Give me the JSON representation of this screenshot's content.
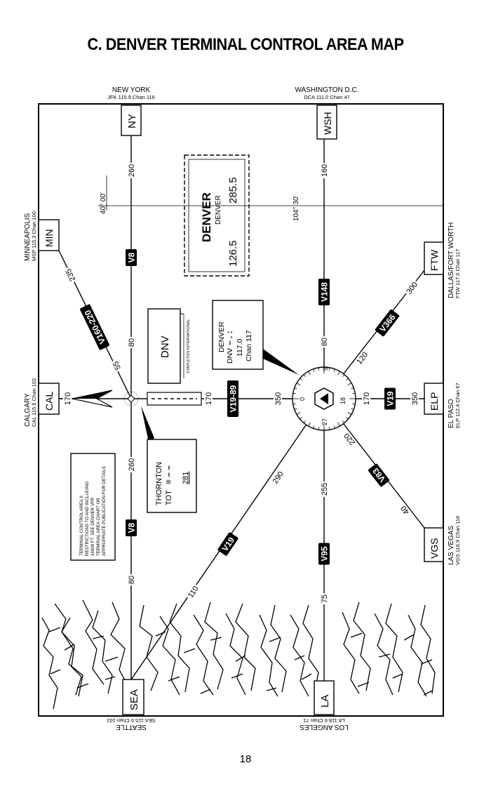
{
  "title": "C. DENVER TERMINAL CONTROL AREA MAP",
  "page_number": "18",
  "stations": {
    "ny": {
      "box": "NY",
      "name": "NEW YORK",
      "freq": "JFK 115.9   Chan 116"
    },
    "wsh": {
      "box": "WSH",
      "name": "WASHINGTON D.C.",
      "freq": "DCA 111.0   Chan 47"
    },
    "min": {
      "box": "MIN",
      "name": "MINNEAPOLIS",
      "freq": "MSP 115.3   Chan 100"
    },
    "ftw": {
      "box": "FTW",
      "name": "DALLAS/FORT WORTH",
      "freq": "FTW 117.0   Chan 117"
    },
    "cal": {
      "box": "CAL",
      "name": "CALGARY",
      "freq": "CAL 115.5   Chan 102"
    },
    "elp": {
      "box": "ELP",
      "name": "EL PASO",
      "freq": "ELP 112.4   Chan 67"
    },
    "vgs": {
      "box": "VGS",
      "name": "LAS VEGAS",
      "freq": "VGS 116.9   Chan 116"
    },
    "sea": {
      "box": "SEA",
      "name": "SEATTLE",
      "freq": "SEA 115.5   Chan 102"
    },
    "la": {
      "box": "LA",
      "name": "LOS ANGELES",
      "freq": "LA 118.6   Chan 71"
    }
  },
  "denver_tca": {
    "name": "DENVER",
    "sub": "DENVER",
    "freq_a": "285.5",
    "freq_b": "126.5"
  },
  "grid": {
    "lat": "40° 00'",
    "lon": "104° 30'"
  },
  "dnv_field": {
    "label": "DNV",
    "airport": "STAPLETON INTERNATIONAL"
  },
  "denver_vor": {
    "l1": "DENVER",
    "l2": "DNV",
    "l3": "117.0",
    "l4": "Chan 117"
  },
  "thornton": {
    "l1": "THORNTON",
    "l2": "TOT",
    "l3": "281"
  },
  "tca_note": [
    "TERMINAL CONTROL AREA II",
    "RESTRICTIONS TO AND INCLUDING",
    "16000 FT. SEE DENVER VFR",
    "TERMINAL AREA CHART OR",
    "APPROPRIATE PUBLICATION FOR DETAILS"
  ],
  "airways": {
    "v8_n": "V8",
    "v8_s": "V8",
    "v160": "V160-220",
    "v148": "V148",
    "v366": "V366",
    "v19_89": "V19-89",
    "v19_e": "V19",
    "v83": "V83",
    "v19_sw": "V19",
    "v95": "V95"
  },
  "radials": {
    "ny_260": "260",
    "ny_80": "80",
    "wsh_160": "160",
    "wsh_80": "80",
    "min_235": "235",
    "min_55": "55",
    "ftw_300": "300",
    "ftw_120": "120",
    "cal_170": "170",
    "v19_170": "170",
    "dnv_350": "350",
    "elp_170": "170",
    "elp_350": "350",
    "vgs_220": "220",
    "vgs_40": "40",
    "sea_260": "260",
    "sea_80": "80",
    "sw_290": "290",
    "sw_110": "110",
    "la_255": "255",
    "la_75": "75"
  },
  "compass": {
    "n": "0",
    "e": "9",
    "s": "18",
    "w": "27"
  }
}
